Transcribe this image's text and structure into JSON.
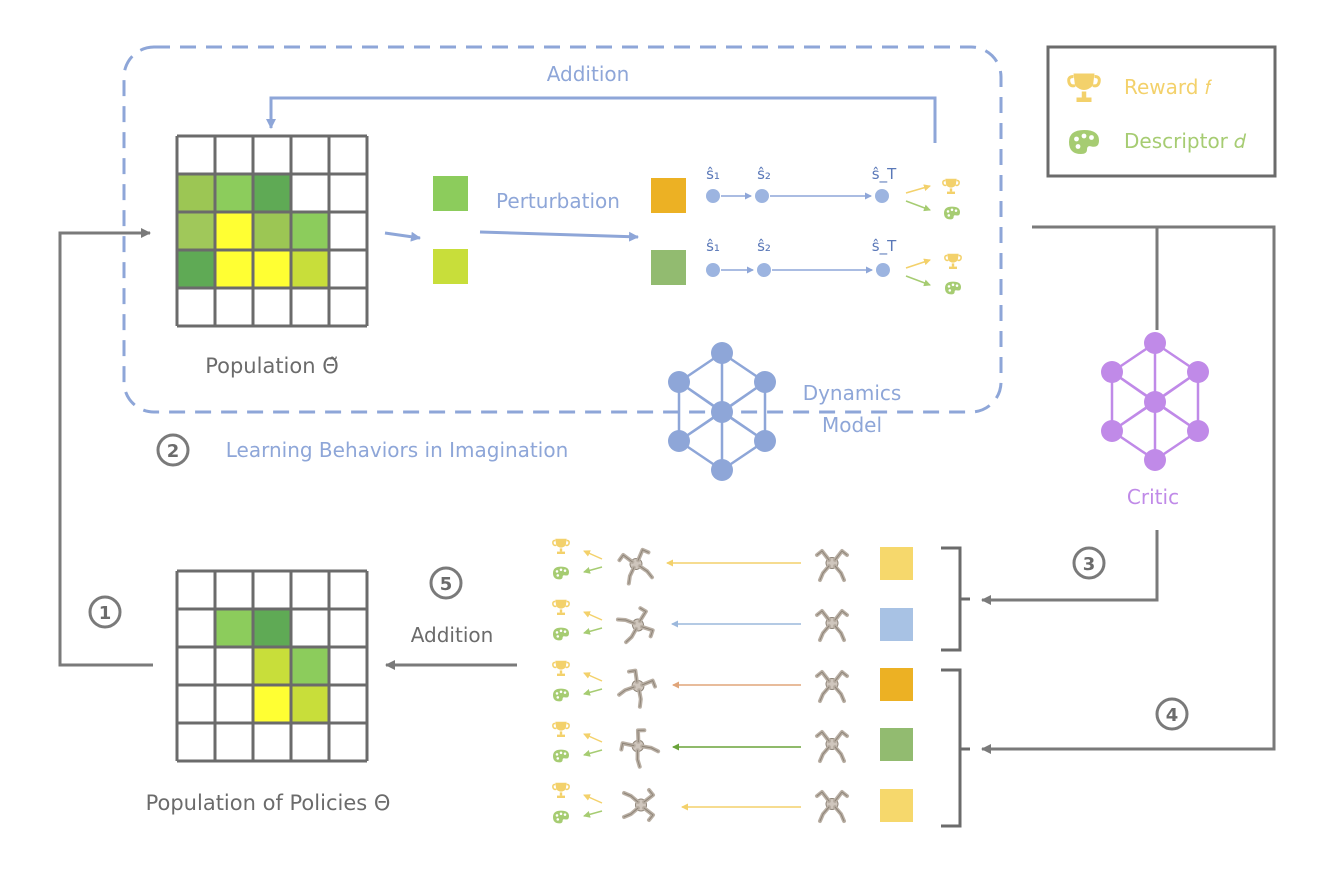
{
  "labels": {
    "addition_top": "Addition",
    "perturbation": "Perturbation",
    "population_tilde": "Population Θ̃",
    "dynamics_line1": "Dynamics",
    "dynamics_line2": "Model",
    "learning": "Learning Behaviors in Imagination",
    "critic": "Critic",
    "addition_bottom": "Addition",
    "population_policies": "Population of Policies Θ",
    "s1": "ŝ₁",
    "s2": "ŝ₂",
    "sT": "ŝ_T"
  },
  "legend": {
    "reward": "Reward 𝑓",
    "descriptor": "Descriptor 𝑑"
  },
  "steps": [
    "1",
    "2",
    "3",
    "4",
    "5"
  ],
  "colors": {
    "grid_line": "#6b6b6b",
    "flow_gray": "#7a7a7a",
    "imagination_blue": "#8ea6d8",
    "dynamics_node": "#8ea6d8",
    "critic_purple": "#c08ae8",
    "reward_yellow": "#f3d16b",
    "descriptor_green": "#a6cc72",
    "cell_dark_green": "#5faa55",
    "cell_mid_green": "#9cc654",
    "cell_light_green": "#8ccc5c",
    "cell_yellow": "#ffff33",
    "cell_yellow_green": "#c8de3a",
    "orange": "#ecb124",
    "light_blue": "#a8c2e4",
    "pale_yellow": "#f6d86c",
    "sage": "#92bb70"
  }
}
